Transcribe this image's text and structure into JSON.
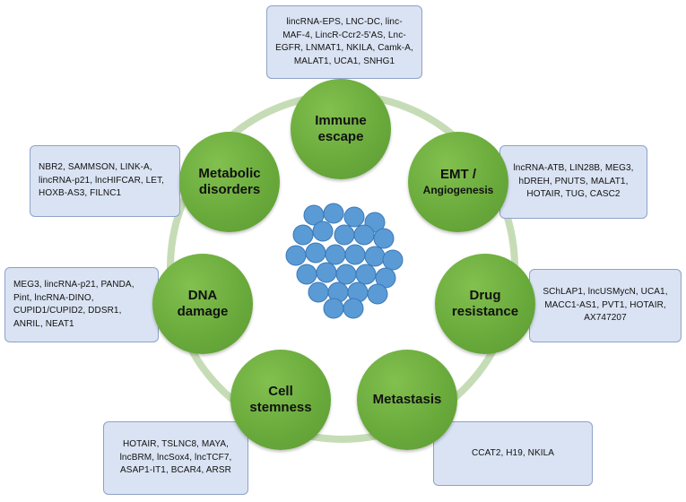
{
  "center_title": "",
  "colors": {
    "node": "#6aab3c",
    "ring": "#c6dcb6",
    "box_fill": "#dae3f3",
    "box_border": "#8ea2c8",
    "cell_fill": "#5b9bd5",
    "cell_stroke": "#3a78b8"
  },
  "nodes": [
    {
      "id": "immune",
      "lines": [
        "Immune",
        "escape"
      ],
      "lncrnas": "lincRNA-EPS, LNC-DC, linc-MAF-4, LincR-Ccr2-5'AS, Lnc-EGFR, LNMAT1, NKILA, Camk-A, MALAT1, UCA1, SNHG1"
    },
    {
      "id": "emt",
      "lines": [
        "EMT /",
        "Angiogenesis"
      ],
      "lncrnas": "lncRNA-ATB, LIN28B, MEG3, hDREH, PNUTS, MALAT1, HOTAIR, TUG, CASC2"
    },
    {
      "id": "drug",
      "lines": [
        "Drug",
        "resistance"
      ],
      "lncrnas": "SChLAP1, lncUSMycN, UCA1, MACC1-AS1, PVT1, HOTAIR, AX747207"
    },
    {
      "id": "metastasis",
      "lines": [
        "Metastasis"
      ],
      "lncrnas": "CCAT2, H19, NKILA"
    },
    {
      "id": "stemness",
      "lines": [
        "Cell",
        "stemness"
      ],
      "lncrnas": "HOTAIR, TSLNC8, MAYA, lncBRM, lncSox4, lncTCF7, ASAP1-IT1, BCAR4, ARSR"
    },
    {
      "id": "dna",
      "lines": [
        "DNA",
        "damage"
      ],
      "lncrnas": "MEG3, lincRNA-p21, PANDA, Pint, lncRNA-DINO, CUPID1/CUPID2, DDSR1, ANRIL, NEAT1"
    },
    {
      "id": "metabolic",
      "lines": [
        "Metabolic",
        "disorders"
      ],
      "lncrnas": "NBR2, SAMMSON, LINK-A, lincRNA-p21, lncHIFCAR, LET, HOXB-AS3, FILNC1"
    }
  ]
}
